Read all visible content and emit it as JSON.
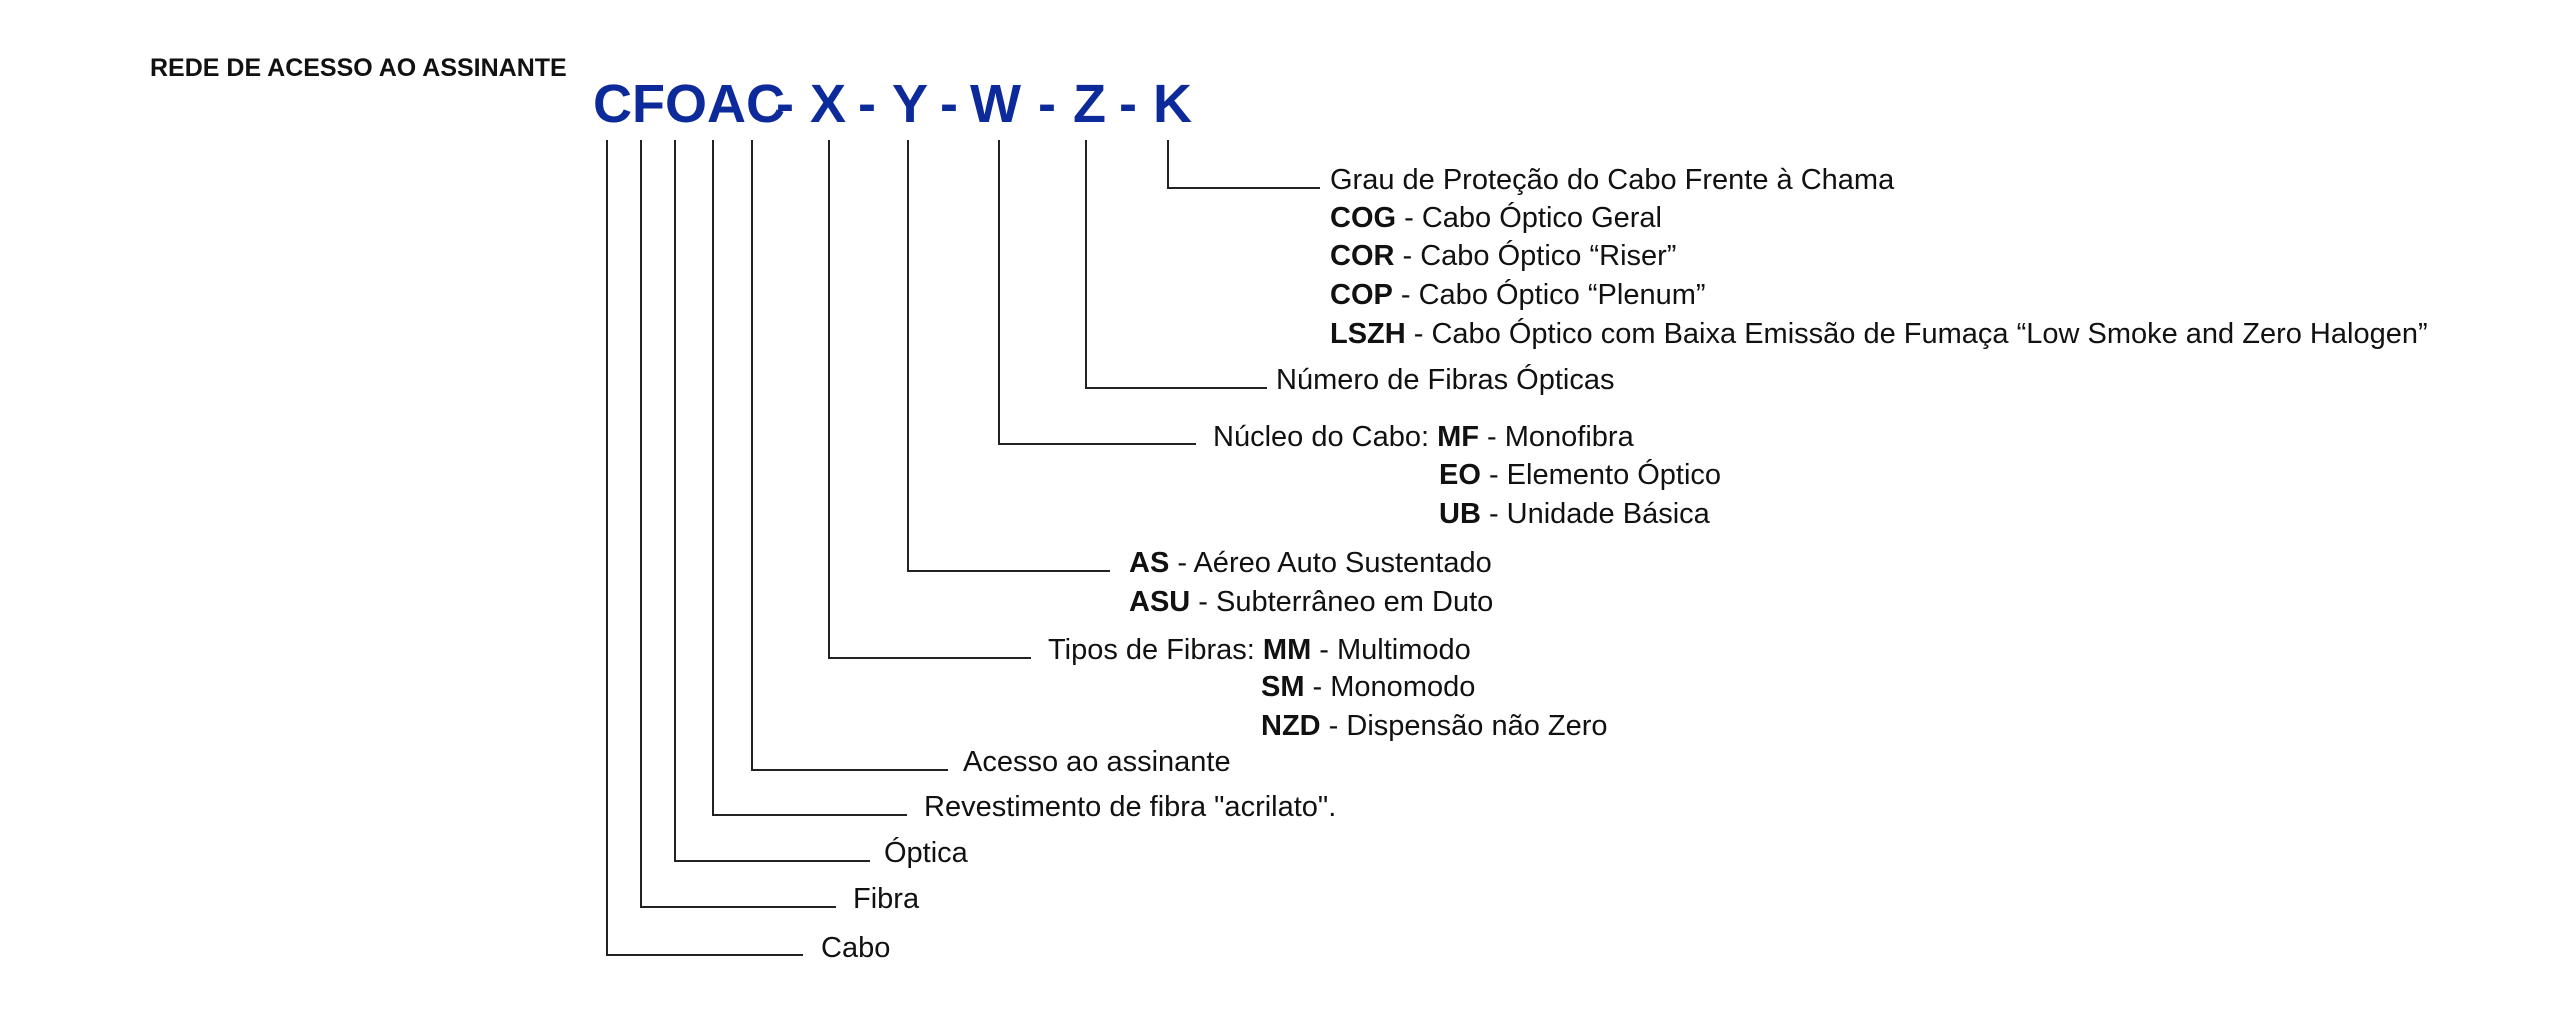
{
  "title": "REDE DE ACESSO AO ASSINANTE",
  "code_color": "#0d2a9a",
  "code_tokens": [
    "CFOAC",
    "-",
    "X",
    "-",
    "Y",
    "-",
    "W",
    "-",
    "Z",
    "-",
    "K"
  ],
  "labels": {
    "k_heading": "Grau de Proteção do Cabo Frente à Chama",
    "k_options": [
      {
        "code": "COG",
        "text": " - Cabo Óptico Geral"
      },
      {
        "code": "COR",
        "text": " - Cabo Óptico “Riser”"
      },
      {
        "code": "COP",
        "text": " - Cabo Óptico “Plenum”"
      },
      {
        "code": "LSZH",
        "text": " - Cabo Óptico com Baixa Emissão de Fumaça “Low Smoke and Zero Halogen”"
      }
    ],
    "z_label": "Número de Fibras Ópticas",
    "w_prefix": "Núcleo do Cabo: ",
    "w_options": [
      {
        "code": "MF",
        "text": " - Monofibra"
      },
      {
        "code": "EO",
        "text": " - Elemento Óptico"
      },
      {
        "code": "UB",
        "text": " - Unidade Básica"
      }
    ],
    "y_options": [
      {
        "code": "AS",
        "text": " - Aéreo Auto Sustentado"
      },
      {
        "code": "ASU",
        "text": " - Subterrâneo em Duto"
      }
    ],
    "x_prefix": "Tipos de Fibras: ",
    "x_options": [
      {
        "code": "MM",
        "text": " - Multimodo"
      },
      {
        "code": "SM",
        "text": " - Monomodo"
      },
      {
        "code": "NZD",
        "text": " - Dispensão não Zero"
      }
    ],
    "c2": "Acesso ao assinante",
    "a": "Revestimento de fibra \"acrilato\".",
    "o": "Óptica",
    "f": "Fibra",
    "c1": "Cabo"
  }
}
